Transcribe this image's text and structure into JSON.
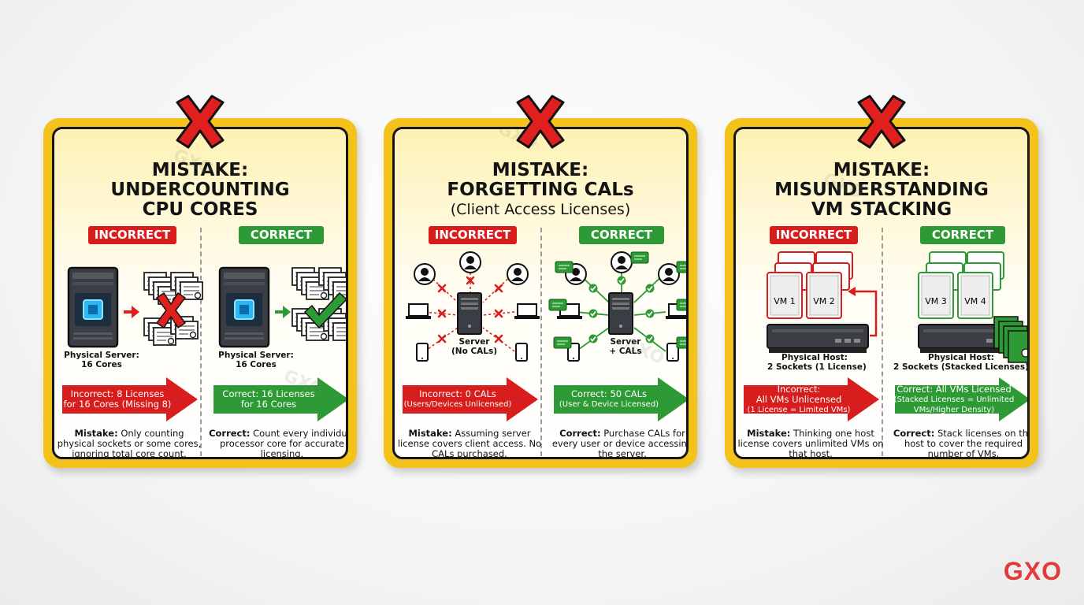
{
  "cards": [
    {
      "title1": "MISTAKE:",
      "title2": "UNDERCOUNTING",
      "title3": "CPU CORES",
      "incorrect_label": "INCORRECT",
      "correct_label": "CORRECT",
      "left_caption1": "Physical Server:",
      "left_caption2": "16 Cores",
      "right_caption1": "Physical Server:",
      "right_caption2": "16 Cores",
      "incorrect_arrow1": "Incorrect: 8 Licenses",
      "incorrect_arrow2": "for 16 Cores (Missing 8)",
      "correct_arrow1": "Correct: 16 Licenses",
      "correct_arrow2": "for 16 Cores",
      "mistake_label": "Mistake:",
      "mistake_text": "Only counting physical sockets or some cores, ignoring total core count.",
      "correct_desc_label": "Correct:",
      "correct_desc_text": "Count every individual processor core for accurate licensing."
    },
    {
      "title1": "MISTAKE:",
      "title2": "FORGETTING CALs",
      "title3": "(Client Access Licenses)",
      "incorrect_label": "INCORRECT",
      "correct_label": "CORRECT",
      "left_caption1": "Server",
      "left_caption2": "(No CALs)",
      "right_caption1": "Server",
      "right_caption2": "+ CALs",
      "incorrect_arrow1": "Incorrect: 0 CALs",
      "incorrect_arrow2": "(Users/Devices Unlicensed)",
      "correct_arrow1": "Correct: 50 CALs",
      "correct_arrow2": "(User & Device Licensed)",
      "mistake_label": "Mistake:",
      "mistake_text": "Assuming server license covers client access. No CALs purchased.",
      "correct_desc_label": "Correct:",
      "correct_desc_text": "Purchase CALs for every user or device accessing the server."
    },
    {
      "title1": "MISTAKE:",
      "title2": "MISUNDERSTANDING",
      "title3": "VM STACKING",
      "incorrect_label": "INCORRECT",
      "correct_label": "CORRECT",
      "vm_left": [
        "VM 1",
        "VM 2"
      ],
      "vm_right": [
        "VM 3",
        "VM 4"
      ],
      "left_caption1": "Physical Host:",
      "left_caption2": "2 Sockets (1 License)",
      "right_caption1": "Physical Host:",
      "right_caption2": "2 Sockets (Stacked Licenses)",
      "incorrect_arrow1": "Incorrect:",
      "incorrect_arrow2": "All VMs Unlicensed",
      "incorrect_arrow3": "(1 License = Limited VMs)",
      "correct_arrow1": "Correct: All VMs Licensed",
      "correct_arrow2": "(Stacked Licenses = Unlimited",
      "correct_arrow3": "VMs/Higher Density)",
      "mistake_label": "Mistake:",
      "mistake_text": "Thinking one host license covers unlimited VMs on that host.",
      "correct_desc_label": "Correct:",
      "correct_desc_text": "Stack licenses on the host to cover the required number of VMs."
    }
  ],
  "watermark": "GXO",
  "logo": "GXO",
  "colors": {
    "card_border": "#f3c21b",
    "incorrect": "#d81d1d",
    "correct": "#2d9a35",
    "logo": "#e33b3b"
  }
}
